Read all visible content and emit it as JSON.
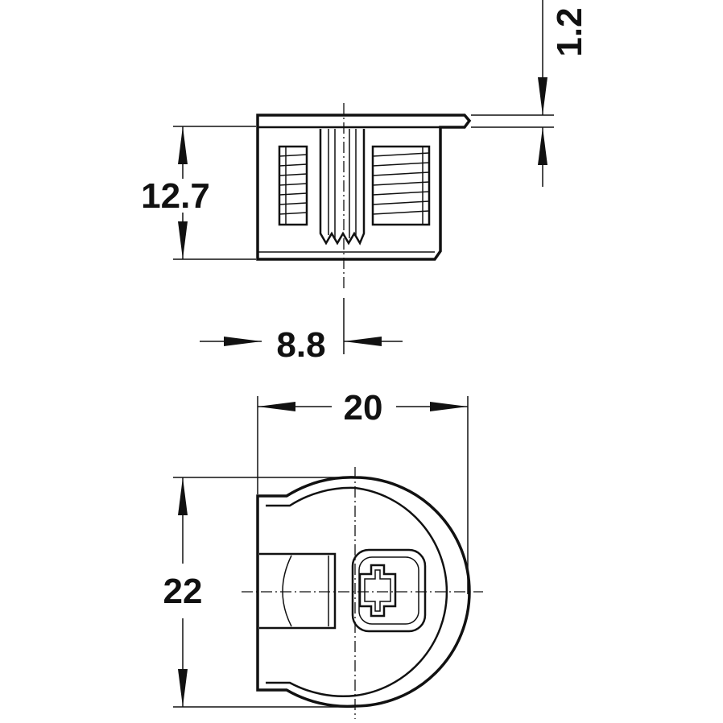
{
  "dimensions": {
    "flange_thickness": "1.2",
    "body_height": "12.7",
    "center_offset": "8.8",
    "width": "20",
    "diameter": "22"
  }
}
